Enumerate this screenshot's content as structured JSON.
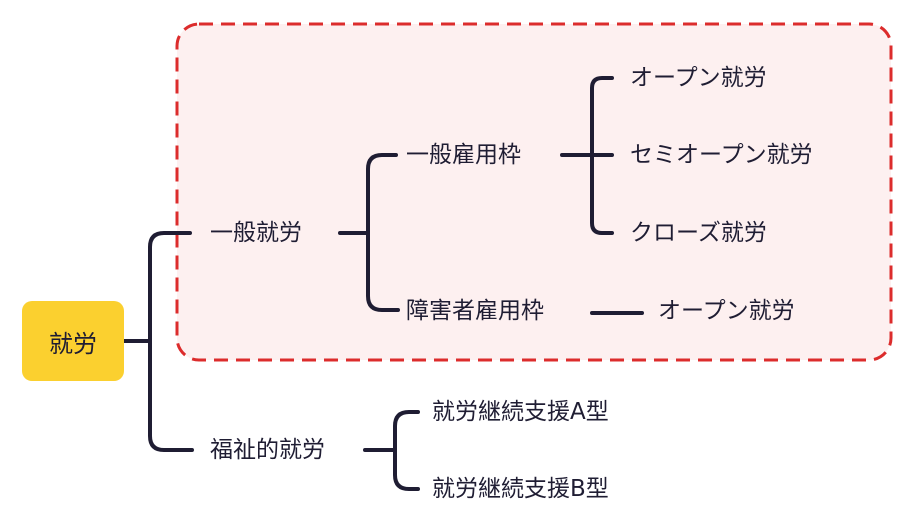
{
  "root": {
    "label": "就労",
    "color": "#fbd02f"
  },
  "highlight_group": {
    "border_color": "#dc2c2c",
    "fill_color": "#fdf0f0"
  },
  "line_color": "#1f1d33",
  "branches": {
    "general": {
      "label": "一般就労",
      "general_quota": {
        "label": "一般雇用枠",
        "items": [
          "オープン就労",
          "セミオープン就労",
          "クローズ就労"
        ]
      },
      "disability_quota": {
        "label": "障害者雇用枠",
        "items": [
          "オープン就労"
        ]
      }
    },
    "welfare": {
      "label": "福祉的就労",
      "items": [
        "就労継続支援A型",
        "就労継続支援B型"
      ]
    }
  }
}
